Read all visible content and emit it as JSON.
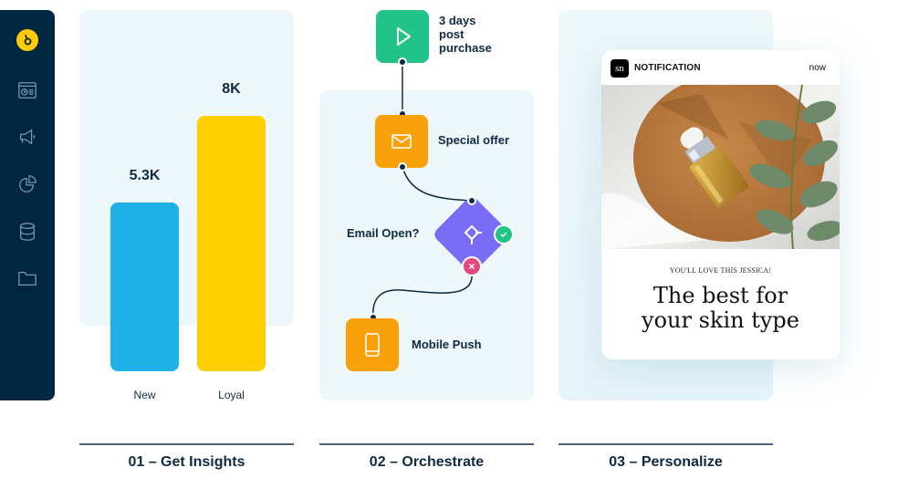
{
  "sidebar": {
    "logo": "brand-logo",
    "items": [
      {
        "name": "dashboard",
        "icon": "dashboard-icon"
      },
      {
        "name": "campaigns",
        "icon": "megaphone-icon"
      },
      {
        "name": "analytics",
        "icon": "pie-chart-icon"
      },
      {
        "name": "data",
        "icon": "database-icon"
      },
      {
        "name": "files",
        "icon": "folder-icon"
      }
    ],
    "colors": {
      "background": "#002640",
      "logo": "#ffcb05"
    }
  },
  "insights": {
    "bars": [
      {
        "label": "New",
        "value_label": "5.3K",
        "color": "#1eb1e8"
      },
      {
        "label": "Loyal",
        "value_label": "8K",
        "color": "#ffcf00"
      }
    ]
  },
  "chart_data": {
    "type": "bar",
    "categories": [
      "New",
      "Loyal"
    ],
    "values": [
      5300,
      8000
    ],
    "data_labels": [
      "5.3K",
      "8K"
    ],
    "title": "",
    "xlabel": "",
    "ylabel": "",
    "ylim": [
      0,
      8000
    ],
    "grid": false
  },
  "orchestrate": {
    "trigger": {
      "label_lines": [
        "3 days",
        "post",
        "purchase"
      ],
      "icon": "play-icon",
      "color": "#22c388"
    },
    "email": {
      "label": "Special offer",
      "icon": "envelope-icon",
      "color": "#f9a10b"
    },
    "decision": {
      "label": "Email Open?",
      "icon": "split-icon",
      "color": "#7b6cf6",
      "yes_color": "#22c388",
      "no_color": "#e04a7c"
    },
    "push": {
      "label": "Mobile Push",
      "icon": "mobile-icon",
      "color": "#f9a10b"
    }
  },
  "personalize": {
    "notification": {
      "app_logo": "sn",
      "app_name": "NOTIFICATION",
      "time": "now",
      "subtitle": "YOU'LL LOVE THIS JESSICA!",
      "title_lines": [
        "The best for",
        "your skin type"
      ]
    }
  },
  "steps": [
    {
      "label": "01 – Get Insights"
    },
    {
      "label": "02 – Orchestrate"
    },
    {
      "label": "03 – Personalize"
    }
  ]
}
